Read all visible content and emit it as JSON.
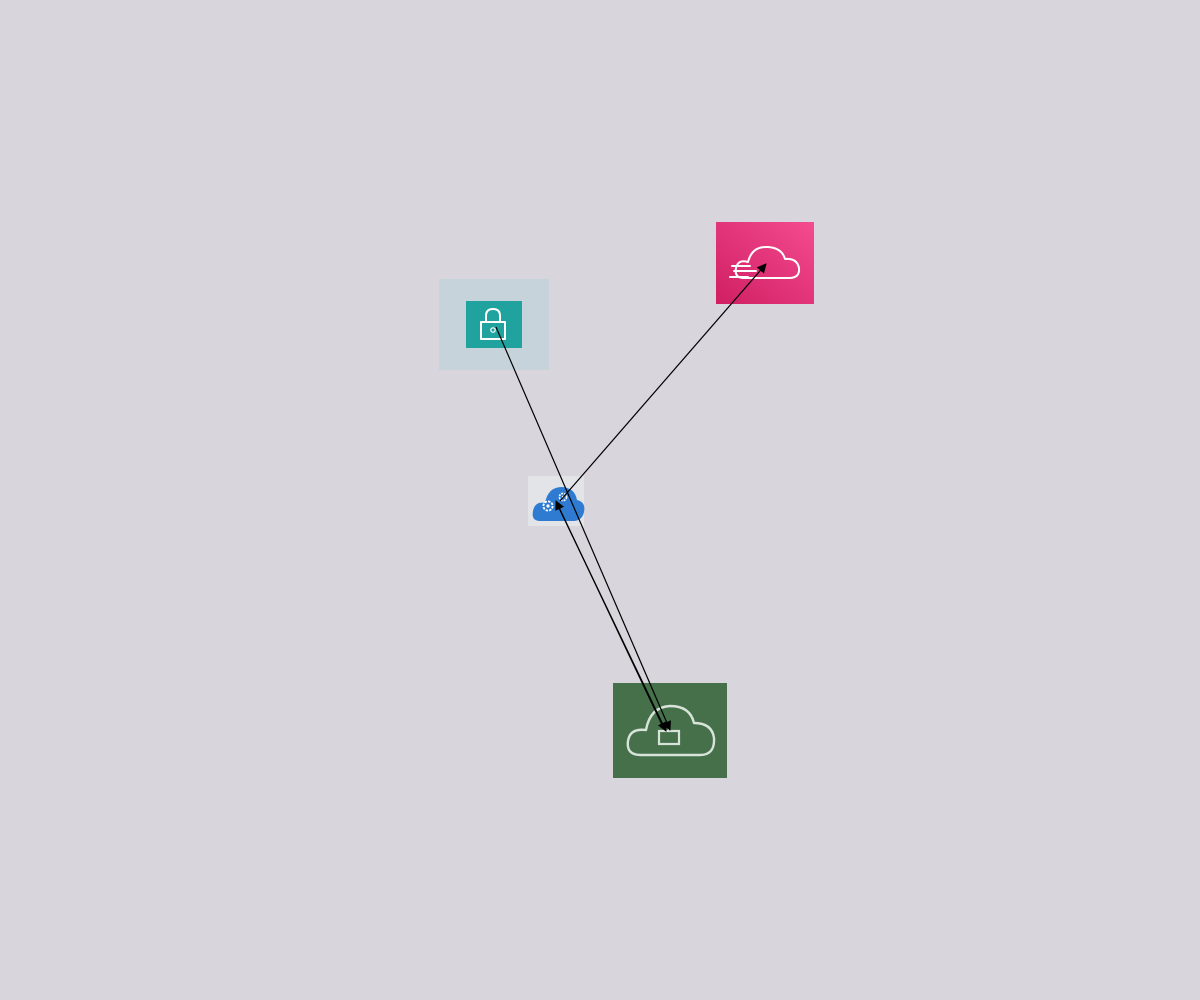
{
  "diagram": {
    "background_color": "#d8d5dc",
    "nodes": [
      {
        "id": "lock",
        "icon": "padlock-icon",
        "outer_color": "#c7d3da",
        "inner_color": "#20a39e"
      },
      {
        "id": "fast-cloud",
        "icon": "speed-cloud-icon",
        "color_light": "#f54b8f",
        "color_dark": "#d01f63"
      },
      {
        "id": "cloud-config",
        "icon": "cloud-gears-icon",
        "background_color": "#e2e4e8",
        "cloud_color": "#2e7bd1"
      },
      {
        "id": "private-cloud",
        "icon": "cloud-lock-icon",
        "background_color": "#45704a",
        "stroke_color": "#d8e3d9"
      }
    ],
    "edges": [
      {
        "from": "lock",
        "to": "private-cloud",
        "arrow": "end"
      },
      {
        "from": "cloud-config",
        "to": "fast-cloud",
        "arrow": "end"
      },
      {
        "from": "private-cloud",
        "to": "cloud-config",
        "arrow": "end"
      },
      {
        "from": "cloud-config",
        "to": "private-cloud",
        "arrow": "end"
      }
    ],
    "edge_color": "#000000"
  }
}
